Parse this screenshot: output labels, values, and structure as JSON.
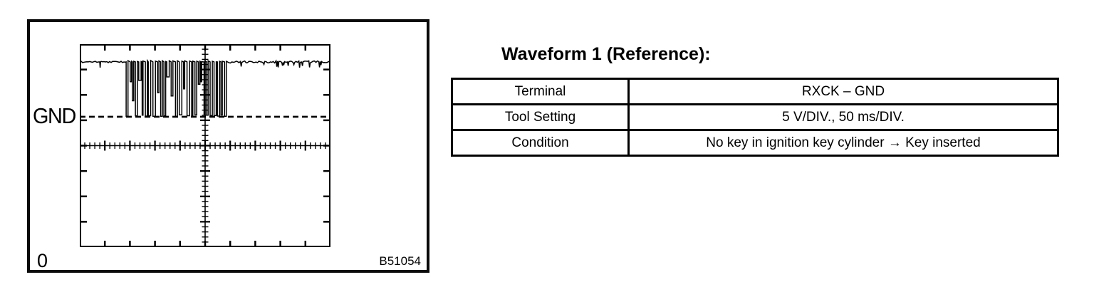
{
  "page": {
    "background": "#ffffff",
    "ink": "#000000"
  },
  "figure": {
    "gnd_label": "GND",
    "zero_label": "0",
    "ref_code": "B51054",
    "scope": {
      "type": "oscilloscope-waveform",
      "h_divisions": 10,
      "v_divisions": 8,
      "signal_high_div_from_top": 0.7,
      "gnd_line_div_from_top": 2.86,
      "burst_start_div": 1.85,
      "burst_end_div": 5.85,
      "description": "Flat high-level trace, dense clock-pulse burst dropping to the dashed GND line, then flat noisy high-level trace"
    }
  },
  "content": {
    "title": "Waveform 1 (Reference):",
    "table": {
      "rows": [
        {
          "label": "Terminal",
          "value": "RXCK – GND"
        },
        {
          "label": "Tool Setting",
          "value": "5 V/DIV., 50 ms/DIV."
        },
        {
          "label": "Condition",
          "value": "No key in ignition key cylinder → Key inserted"
        }
      ]
    }
  }
}
